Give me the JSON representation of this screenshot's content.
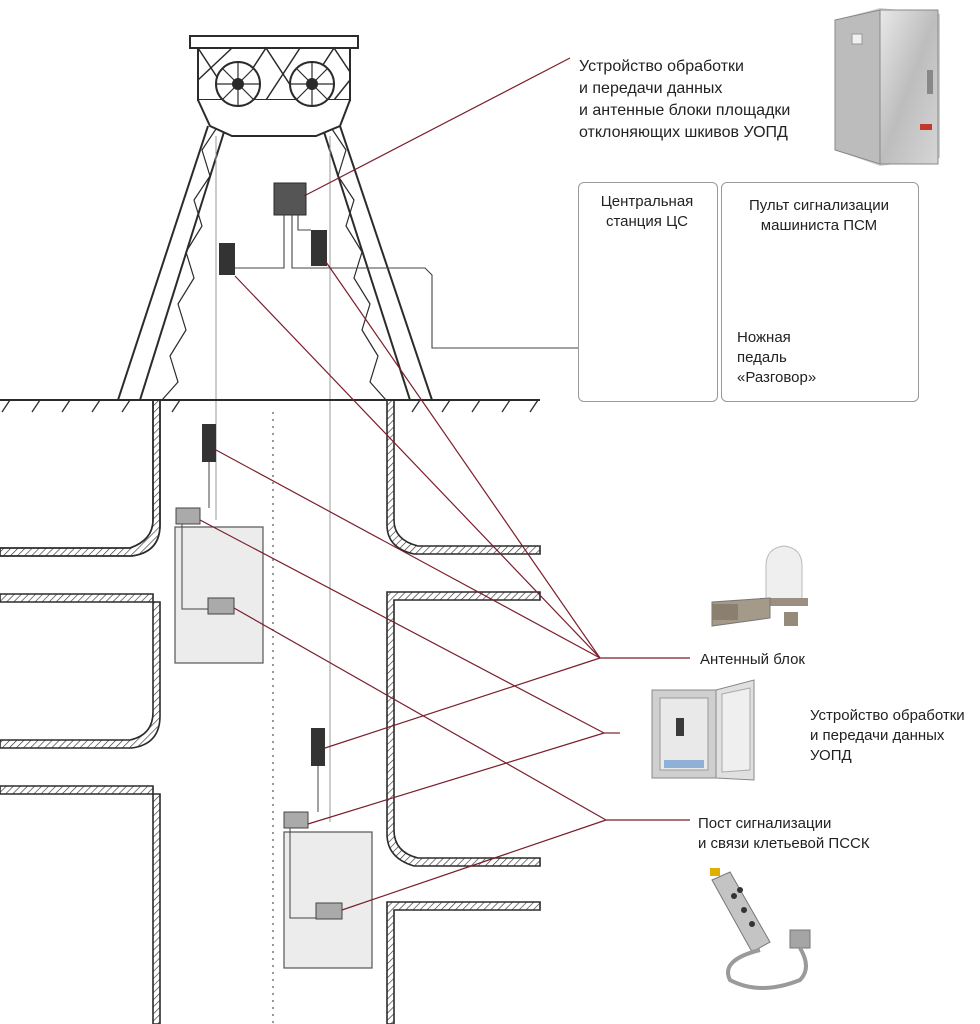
{
  "labels": {
    "top_device": [
      "Устройство обработки",
      "и передачи данных",
      "и антенные блоки площадки",
      "отклоняющих шкивов УОПД"
    ],
    "central_station": [
      "Центральная",
      "станция ЦС"
    ],
    "driver_console": [
      "Пульт сигнализации",
      "машиниста ПСМ"
    ],
    "foot_pedal": [
      "Ножная",
      "педаль",
      "«Разговор»"
    ],
    "antenna_unit": [
      "Антенный блок"
    ],
    "shaft_device": [
      "Устройство обработки",
      "и передачи данных",
      "УОПД"
    ],
    "cage_post": [
      "Пост сигнализации",
      "и связи клетьевой ПССК"
    ]
  },
  "colors": {
    "leader_line": "#7a1f2b",
    "tower": "#2b2b2b",
    "cage_fill": "#ececec",
    "device_dark": "#333333",
    "device_mid": "#8c8c8c",
    "panel_border": "#9a9a9a"
  }
}
